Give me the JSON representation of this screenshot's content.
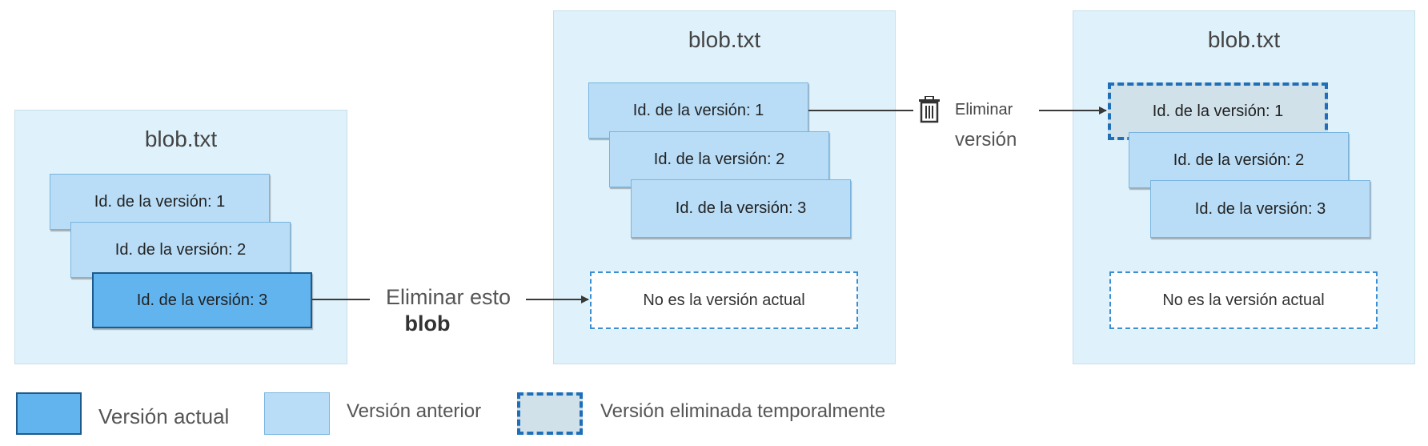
{
  "panels": [
    {
      "title": "blob.txt",
      "versions": [
        "Id. de la versión: 1",
        "Id. de la versión: 2",
        "Id. de la versión: 3"
      ]
    },
    {
      "title": "blob.txt",
      "versions": [
        "Id. de la versión: 1",
        "Id. de la versión: 2",
        "Id. de la versión: 3"
      ],
      "not_current": "No es la versión actual"
    },
    {
      "title": "blob.txt",
      "versions": [
        "Id. de la versión: 1",
        "Id. de la versión: 2",
        "Id. de la versión: 3"
      ],
      "not_current": "No es la versión actual"
    }
  ],
  "actions": {
    "delete_blob": {
      "line1": "Eliminar esto",
      "line2": "blob"
    },
    "delete_version": {
      "line1": "Eliminar",
      "line2": "versión",
      "icon": "trash-icon"
    }
  },
  "legend": [
    {
      "label": "Versión actual",
      "style": "current"
    },
    {
      "label": "Versión anterior",
      "style": "previous"
    },
    {
      "label": "Versión eliminada temporalmente",
      "style": "soft-deleted"
    }
  ],
  "colors": {
    "panel": "#dff1fa",
    "current": "#62b4ef",
    "previous": "#b9ddf7",
    "soft_deleted": "#d1e1ea",
    "dashed_border": "#1f6fb8"
  }
}
